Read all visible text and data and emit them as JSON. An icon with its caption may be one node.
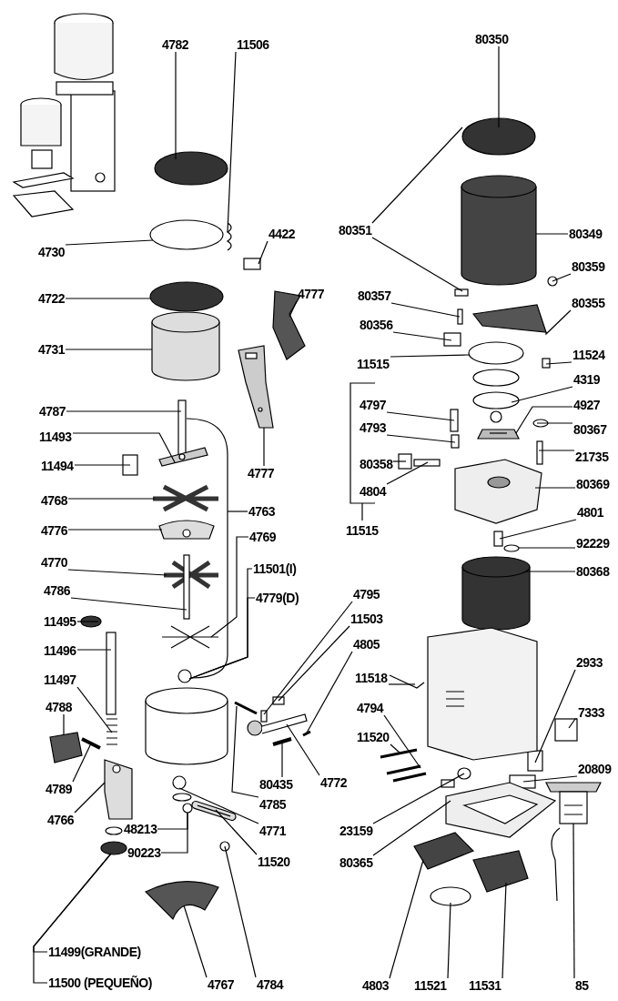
{
  "diagram": {
    "nodes": [
      {
        "text": [
          "4782"
        ]
      },
      {
        "text": [
          "11506"
        ]
      },
      {
        "text": [
          "80350"
        ]
      },
      {
        "text": [
          "80351"
        ]
      },
      {
        "text": [
          "80349"
        ]
      },
      {
        "text": [
          "4422"
        ]
      },
      {
        "text": [
          "4730"
        ]
      },
      {
        "text": [
          "80359"
        ]
      },
      {
        "text": [
          "4777"
        ]
      },
      {
        "text": [
          "80357"
        ]
      },
      {
        "text": [
          "4722"
        ]
      },
      {
        "text": [
          "80355"
        ]
      },
      {
        "text": [
          "80356"
        ]
      },
      {
        "text": [
          "4731"
        ]
      },
      {
        "text": [
          "11524"
        ]
      },
      {
        "text": [
          "11515"
        ]
      },
      {
        "text": [
          "4319"
        ]
      },
      {
        "text": [
          "4787"
        ]
      },
      {
        "text": [
          "4797"
        ]
      },
      {
        "text": [
          "4927"
        ]
      },
      {
        "text": [
          "11493"
        ]
      },
      {
        "text": [
          "4793"
        ]
      },
      {
        "text": [
          "80367"
        ]
      },
      {
        "text": [
          "11494"
        ]
      },
      {
        "text": [
          "80358"
        ]
      },
      {
        "text": [
          "21735"
        ]
      },
      {
        "text": [
          "4777"
        ]
      },
      {
        "text": [
          "4804"
        ]
      },
      {
        "text": [
          "80369"
        ]
      },
      {
        "text": [
          "4768"
        ]
      },
      {
        "text": [
          "4763"
        ]
      },
      {
        "text": [
          "4801"
        ]
      },
      {
        "text": [
          "11515"
        ]
      },
      {
        "text": [
          "4776"
        ]
      },
      {
        "text": [
          "4769"
        ]
      },
      {
        "text": [
          "92229"
        ]
      },
      {
        "text": [
          "4770"
        ]
      },
      {
        "text": [
          "11501(I)"
        ]
      },
      {
        "text": [
          "80368"
        ]
      },
      {
        "text": [
          "4786"
        ]
      },
      {
        "text": [
          "4779(D)"
        ]
      },
      {
        "text": [
          "4795"
        ]
      },
      {
        "text": [
          "11495"
        ]
      },
      {
        "text": [
          "11503"
        ]
      },
      {
        "text": [
          "4805"
        ]
      },
      {
        "text": [
          "11496"
        ]
      },
      {
        "text": [
          "2933"
        ]
      },
      {
        "text": [
          "11497"
        ]
      },
      {
        "text": [
          "11518"
        ]
      },
      {
        "text": [
          "4788"
        ]
      },
      {
        "text": [
          "4794"
        ]
      },
      {
        "text": [
          "7333"
        ]
      },
      {
        "text": [
          "11520"
        ]
      },
      {
        "text": [
          "20809"
        ]
      },
      {
        "text": [
          "80435"
        ]
      },
      {
        "text": [
          "4772"
        ]
      },
      {
        "text": [
          "4789"
        ]
      },
      {
        "text": [
          "4785"
        ]
      },
      {
        "text": [
          "4766"
        ]
      },
      {
        "text": [
          "48213"
        ]
      },
      {
        "text": [
          "4771"
        ]
      },
      {
        "text": [
          "23159"
        ]
      },
      {
        "text": [
          "90223"
        ]
      },
      {
        "text": [
          "11520"
        ]
      },
      {
        "text": [
          "80365"
        ]
      },
      {
        "text": [
          "11499(GRANDE)"
        ]
      },
      {
        "text": [
          "11500 (PEQUEÑO)"
        ]
      },
      {
        "text": [
          "4767"
        ]
      },
      {
        "text": [
          "4784"
        ]
      },
      {
        "text": [
          "4803"
        ]
      },
      {
        "text": [
          "11521"
        ]
      },
      {
        "text": [
          "11531"
        ]
      },
      {
        "text": [
          "85"
        ]
      },
      {
        "text": [],
        "shape": "circle"
      },
      {
        "text": [],
        "shape": "picture"
      },
      {
        "text": [],
        "shape": "circle"
      },
      {
        "text": [],
        "shape": "box"
      },
      {
        "text": [],
        "shape": "cylinder"
      },
      {
        "text": [],
        "shape": "box"
      },
      {
        "text": [],
        "shape": "circle"
      },
      {
        "text": [],
        "shape": "circle"
      },
      {
        "text": [],
        "shape": "picture"
      },
      {
        "text": [],
        "shape": "box"
      },
      {
        "text": [],
        "shape": "circle"
      },
      {
        "text": [],
        "shape": "picture"
      },
      {
        "text": [],
        "shape": "box"
      },
      {
        "text": [],
        "shape": "cylinder"
      },
      {
        "text": [],
        "shape": "box"
      },
      {
        "text": [],
        "shape": "circle"
      },
      {
        "text": [],
        "shape": "circle"
      },
      {
        "text": [],
        "shape": "box"
      },
      {
        "text": [],
        "shape": "box"
      },
      {
        "text": [],
        "shape": "picture"
      },
      {
        "text": [],
        "shape": "picture"
      },
      {
        "text": [],
        "shape": "box"
      },
      {
        "text": [],
        "shape": "circle"
      },
      {
        "text": [],
        "shape": "box"
      },
      {
        "text": [],
        "shape": "box"
      },
      {
        "text": [],
        "shape": "box"
      },
      {
        "text": [],
        "shape": "picture"
      },
      {
        "text": [],
        "shape": "box"
      },
      {
        "text": [],
        "shape": "picture"
      },
      {
        "text": [],
        "shape": "picture"
      },
      {
        "text": [],
        "shape": "picture"
      },
      {
        "text": [],
        "shape": "box"
      },
      {
        "text": [],
        "shape": "picture"
      },
      {
        "text": [],
        "shape": "picture"
      },
      {
        "text": [],
        "shape": "circle"
      },
      {
        "text": [],
        "shape": "picture"
      },
      {
        "text": [],
        "shape": "circle"
      },
      {
        "text": [],
        "shape": "cylinder"
      },
      {
        "text": [],
        "shape": "box"
      },
      {
        "text": [],
        "shape": "box"
      },
      {
        "text": [],
        "shape": "circle"
      },
      {
        "text": [],
        "shape": "box"
      },
      {
        "text": [],
        "shape": "picture"
      },
      {
        "text": [],
        "shape": "box"
      },
      {
        "text": [],
        "shape": "box"
      },
      {
        "text": [],
        "shape": "picture"
      },
      {
        "text": [],
        "shape": "picture"
      },
      {
        "text": [],
        "shape": "picture"
      },
      {
        "text": [],
        "shape": "picture"
      },
      {
        "text": [],
        "shape": "box"
      },
      {
        "text": [],
        "shape": "picture"
      },
      {
        "text": [],
        "shape": "box"
      },
      {
        "text": [],
        "shape": "picture"
      },
      {
        "text": [],
        "shape": "picture"
      },
      {
        "text": [],
        "shape": "picture"
      },
      {
        "text": [],
        "shape": "picture"
      },
      {
        "text": [],
        "shape": "picture"
      },
      {
        "text": [],
        "shape": "circle"
      },
      {
        "text": [],
        "shape": "circle"
      },
      {
        "text": [],
        "shape": "circle"
      },
      {
        "text": [],
        "shape": "picture"
      },
      {
        "text": [],
        "shape": "picture"
      },
      {
        "text": [],
        "shape": "circle"
      },
      {
        "text": [],
        "shape": "picture"
      },
      {
        "text": [],
        "shape": "circle"
      },
      {
        "text": [],
        "shape": "picture"
      },
      {
        "text": [],
        "shape": "circle"
      },
      {
        "text": [],
        "shape": "picture"
      },
      {
        "text": [],
        "shape": "picture"
      },
      {
        "text": [],
        "shape": "cylinder"
      },
      {
        "text": [],
        "shape": "circle"
      },
      {
        "text": [],
        "shape": "circle"
      },
      {
        "text": [],
        "shape": "circle"
      },
      {
        "text": [],
        "shape": "circle"
      },
      {
        "text": [],
        "shape": "box"
      },
      {
        "text": [],
        "shape": "picture"
      }
    ],
    "edges": [
      {
        "from": 0,
        "to": 73,
        "arrow": "none"
      },
      {
        "from": 1,
        "to": 74,
        "arrow": "none"
      },
      {
        "from": 2,
        "to": 75,
        "arrow": "none"
      },
      {
        "from": 3,
        "to": 75,
        "arrow": "none"
      },
      {
        "from": 3,
        "to": 76,
        "arrow": "none"
      },
      {
        "from": 4,
        "to": 77,
        "arrow": "none"
      },
      {
        "from": 5,
        "to": 78,
        "arrow": "none"
      },
      {
        "from": 6,
        "to": 79,
        "arrow": "none"
      },
      {
        "from": 7,
        "to": 80,
        "arrow": "none"
      },
      {
        "from": 8,
        "to": 81,
        "arrow": "none"
      },
      {
        "from": 9,
        "to": 82,
        "arrow": "none"
      },
      {
        "from": 10,
        "to": 83,
        "arrow": "none"
      },
      {
        "from": 11,
        "to": 84,
        "arrow": "none"
      },
      {
        "from": 12,
        "to": 85,
        "arrow": "none"
      },
      {
        "from": 13,
        "to": 86,
        "arrow": "none"
      },
      {
        "from": 14,
        "to": 87,
        "arrow": "none"
      },
      {
        "from": 15,
        "to": 88,
        "arrow": "none"
      },
      {
        "from": 16,
        "to": 89,
        "arrow": "none"
      },
      {
        "from": 17,
        "to": 90,
        "arrow": "none"
      },
      {
        "from": 18,
        "to": 91,
        "arrow": "none"
      },
      {
        "from": 19,
        "to": 92,
        "arrow": "none"
      },
      {
        "from": 20,
        "to": 93,
        "arrow": "none"
      },
      {
        "from": 21,
        "to": 94,
        "arrow": "none"
      },
      {
        "from": 22,
        "to": 95,
        "arrow": "none"
      },
      {
        "from": 23,
        "to": 96,
        "arrow": "none"
      },
      {
        "from": 24,
        "to": 97,
        "arrow": "none"
      },
      {
        "from": 25,
        "to": 98,
        "arrow": "none"
      },
      {
        "from": 26,
        "to": 99,
        "arrow": "none"
      },
      {
        "from": 27,
        "to": 100,
        "arrow": "none"
      },
      {
        "from": 28,
        "to": 101,
        "arrow": "none"
      },
      {
        "from": 29,
        "to": 102,
        "arrow": "none"
      },
      {
        "from": 30,
        "to": 103,
        "arrow": "none"
      },
      {
        "from": 31,
        "to": 104,
        "arrow": "none"
      },
      {
        "from": 33,
        "to": 105,
        "arrow": "none"
      },
      {
        "from": 34,
        "to": 106,
        "arrow": "none"
      },
      {
        "from": 35,
        "to": 107,
        "arrow": "none"
      },
      {
        "from": 36,
        "to": 108,
        "arrow": "none"
      },
      {
        "from": 37,
        "to": 109,
        "arrow": "none"
      },
      {
        "from": 38,
        "to": 110,
        "arrow": "none"
      },
      {
        "from": 39,
        "to": 111,
        "arrow": "none"
      },
      {
        "from": 40,
        "to": 109,
        "arrow": "none"
      },
      {
        "from": 41,
        "to": 112,
        "arrow": "none"
      },
      {
        "from": 42,
        "to": 113,
        "arrow": "none"
      },
      {
        "from": 43,
        "to": 114,
        "arrow": "none"
      },
      {
        "from": 44,
        "to": 115,
        "arrow": "none"
      },
      {
        "from": 45,
        "to": 116,
        "arrow": "none"
      },
      {
        "from": 46,
        "to": 117,
        "arrow": "none"
      },
      {
        "from": 47,
        "to": 118,
        "arrow": "none"
      },
      {
        "from": 48,
        "to": 119,
        "arrow": "none"
      },
      {
        "from": 49,
        "to": 120,
        "arrow": "none"
      },
      {
        "from": 50,
        "to": 121,
        "arrow": "none"
      },
      {
        "from": 51,
        "to": 122,
        "arrow": "none"
      },
      {
        "from": 52,
        "to": 123,
        "arrow": "none"
      },
      {
        "from": 53,
        "to": 124,
        "arrow": "none"
      },
      {
        "from": 54,
        "to": 125,
        "arrow": "none"
      },
      {
        "from": 55,
        "to": 126,
        "arrow": "none"
      },
      {
        "from": 56,
        "to": 127,
        "arrow": "none"
      },
      {
        "from": 57,
        "to": 128,
        "arrow": "none"
      },
      {
        "from": 58,
        "to": 129,
        "arrow": "none"
      },
      {
        "from": 59,
        "to": 130,
        "arrow": "none"
      },
      {
        "from": 60,
        "to": 131,
        "arrow": "none"
      },
      {
        "from": 61,
        "to": 132,
        "arrow": "none"
      },
      {
        "from": 62,
        "to": 130,
        "arrow": "none"
      },
      {
        "from": 63,
        "to": 133,
        "arrow": "none"
      },
      {
        "from": 64,
        "to": 134,
        "arrow": "none"
      },
      {
        "from": 65,
        "to": 135,
        "arrow": "none"
      },
      {
        "from": 66,
        "to": 135,
        "arrow": "none"
      },
      {
        "from": 67,
        "to": 136,
        "arrow": "none"
      },
      {
        "from": 68,
        "to": 137,
        "arrow": "none"
      },
      {
        "from": 69,
        "to": 138,
        "arrow": "none"
      },
      {
        "from": 70,
        "to": 139,
        "arrow": "none"
      },
      {
        "from": 71,
        "to": 140,
        "arrow": "none"
      },
      {
        "from": 72,
        "to": 141,
        "arrow": "none"
      }
    ]
  }
}
